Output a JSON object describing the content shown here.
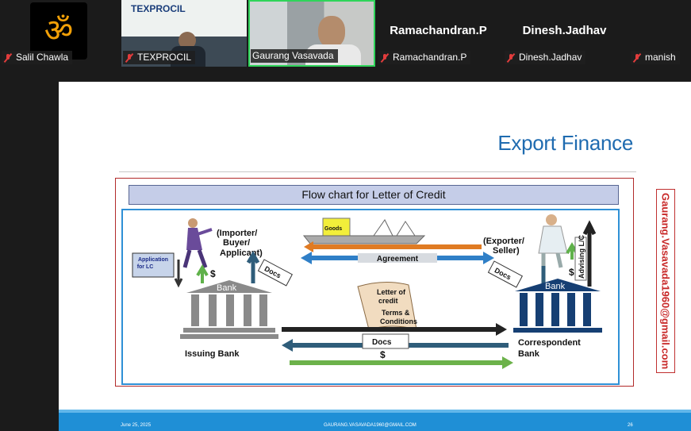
{
  "participants": [
    {
      "name": "Salil Chawla",
      "avatar_icon": "om-icon",
      "muted": true
    },
    {
      "name": "TEXPROCIL",
      "video_logo": "TEXPROCIL",
      "muted": true
    },
    {
      "name": "Gaurang Vasavada",
      "active_speaker": true,
      "muted": false
    },
    {
      "name": "Ramachandran.P",
      "muted": true
    },
    {
      "name": "Dinesh.Jadhav",
      "muted": true
    },
    {
      "name": "manish",
      "muted": true
    }
  ],
  "slide": {
    "title": "Export Finance",
    "side_email": "Gaurang.Vasavada1960@gmail.com",
    "flowchart": {
      "header": "Flow chart for Letter of Credit",
      "importer_label": [
        "(Importer/",
        "Buyer/",
        "Applicant)"
      ],
      "exporter_label": [
        "(Exporter/",
        "Seller)"
      ],
      "application_box": [
        "Application",
        "for LC"
      ],
      "goods_label": "Goods",
      "agreement_label": "Agreement",
      "docs_label": "Docs",
      "dollar_label": "$",
      "bank_label": "Bank",
      "advising_label": "Advising L/C",
      "scroll_lines": [
        "Letter of",
        "credit",
        "Terms &",
        "Conditions"
      ],
      "issuing_bank": "Issuing Bank",
      "correspondent_bank": [
        "Correspondent",
        "Bank"
      ]
    },
    "footer": {
      "date": "June 25, 2025",
      "email": "GAURANG.VASAVADA1960@GMAIL.COM",
      "page": "26"
    },
    "colors": {
      "title": "#1f6bb0",
      "footer": "#1f8fd6",
      "active_speaker_border": "#2fd45a"
    }
  }
}
